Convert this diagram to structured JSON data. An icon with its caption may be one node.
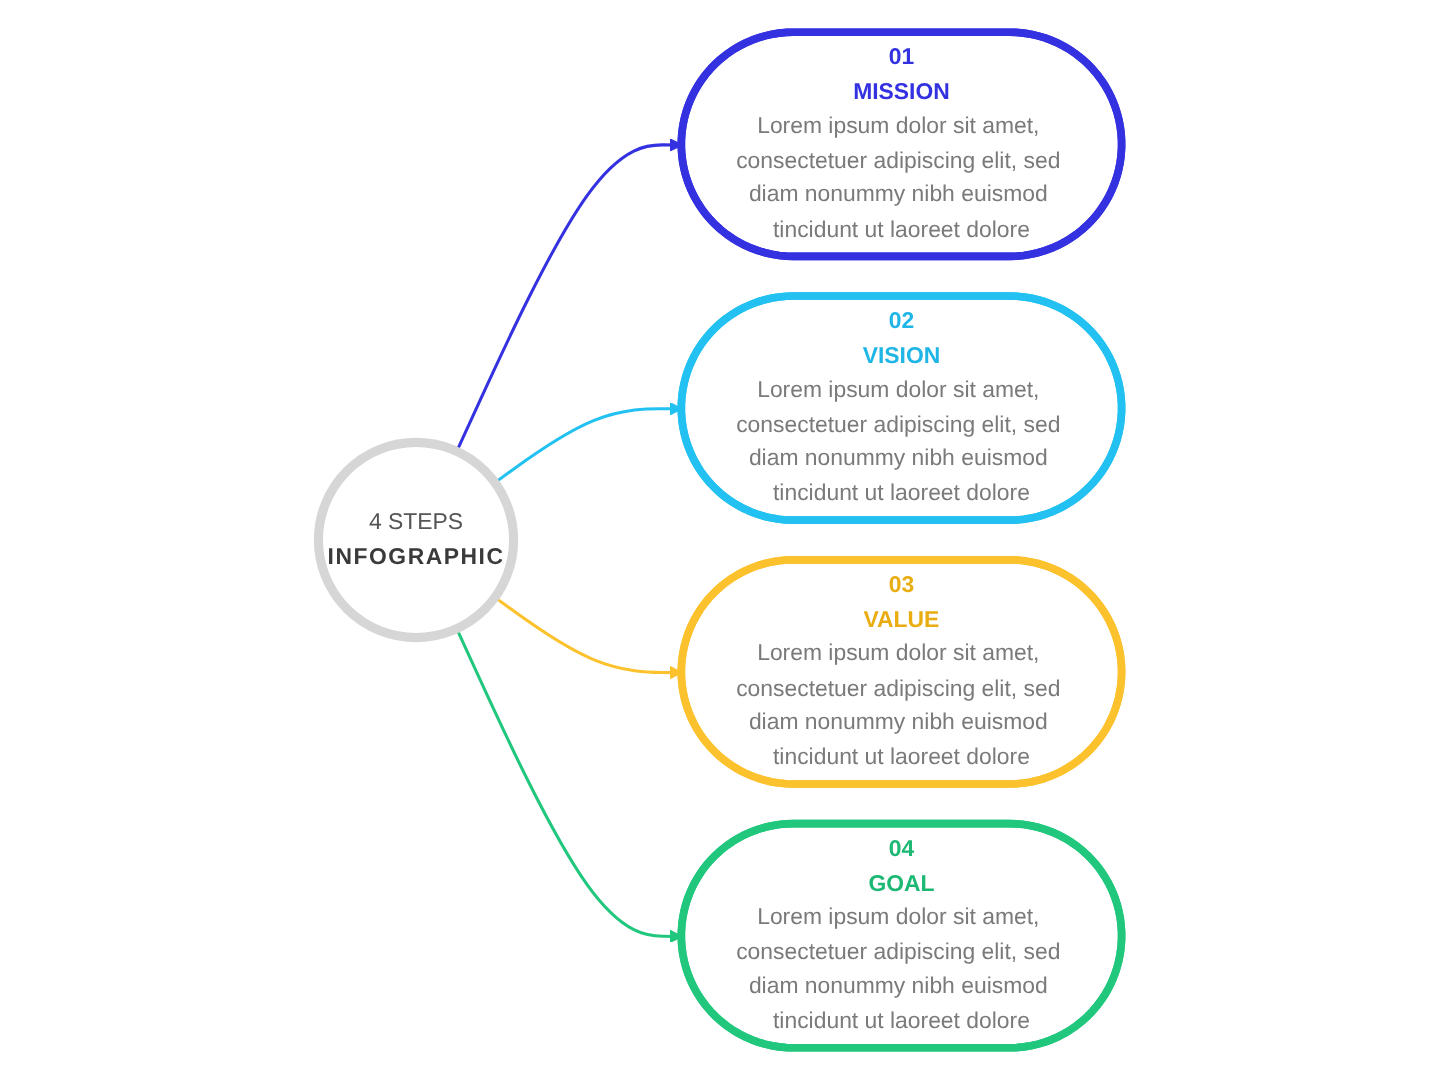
{
  "diagram": {
    "nodes": [
      {
        "text": [
          "4 STEPS",
          "INFOGRAPHIC"
        ]
      },
      {
        "text": [
          "01",
          "MISSION",
          "Lorem ipsum dolor sit amet, consectetuer adipiscing elit, sed diam nonummy nibh euismod tincidunt ut laoreet dolore"
        ]
      },
      {
        "text": [
          "02",
          "VISION",
          "Lorem ipsum dolor sit amet, consectetuer adipiscing elit, sed diam nonummy nibh euismod tincidunt ut laoreet dolore"
        ]
      },
      {
        "text": [
          "03",
          "VALUE",
          "Lorem ipsum dolor sit amet, consectetuer adipiscing elit, sed diam nonummy nibh euismod tincidunt ut laoreet dolore"
        ]
      },
      {
        "text": [
          "04",
          "GOAL",
          "Lorem ipsum dolor sit amet, consectetuer adipiscing elit, sed diam nonummy nibh euismod tincidunt ut laoreet dolore"
        ]
      }
    ],
    "edges": [
      {
        "from": 0,
        "to": 1,
        "arrow": "to",
        "color": "#3431e0"
      },
      {
        "from": 0,
        "to": 2,
        "arrow": "to",
        "color": "#22c1f1"
      },
      {
        "from": 0,
        "to": 3,
        "arrow": "to",
        "color": "#fcc22d"
      },
      {
        "from": 0,
        "to": 4,
        "arrow": "to",
        "color": "#20c77c"
      }
    ]
  }
}
